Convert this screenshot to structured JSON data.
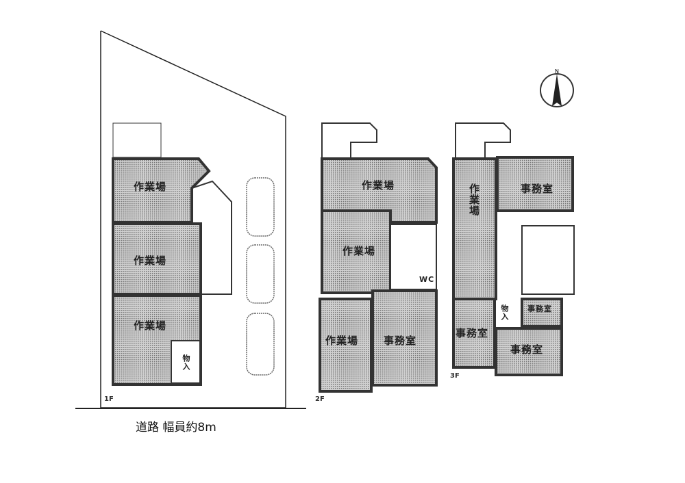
{
  "road_label": "道路 幅員約8m",
  "compass_label": "N",
  "floors": [
    {
      "label": "1F",
      "rooms": [
        "作業場",
        "作業場",
        "作業場",
        "物入"
      ]
    },
    {
      "label": "2F",
      "rooms": [
        "作業場",
        "作業場",
        "作業場",
        "事務室",
        "WC"
      ]
    },
    {
      "label": "3F",
      "rooms": [
        "作業場",
        "事務室",
        "事務室",
        "事務室",
        "事務室",
        "物入"
      ]
    }
  ],
  "colors": {
    "room_fill": "#a8a8a8",
    "wall": "#333333"
  }
}
